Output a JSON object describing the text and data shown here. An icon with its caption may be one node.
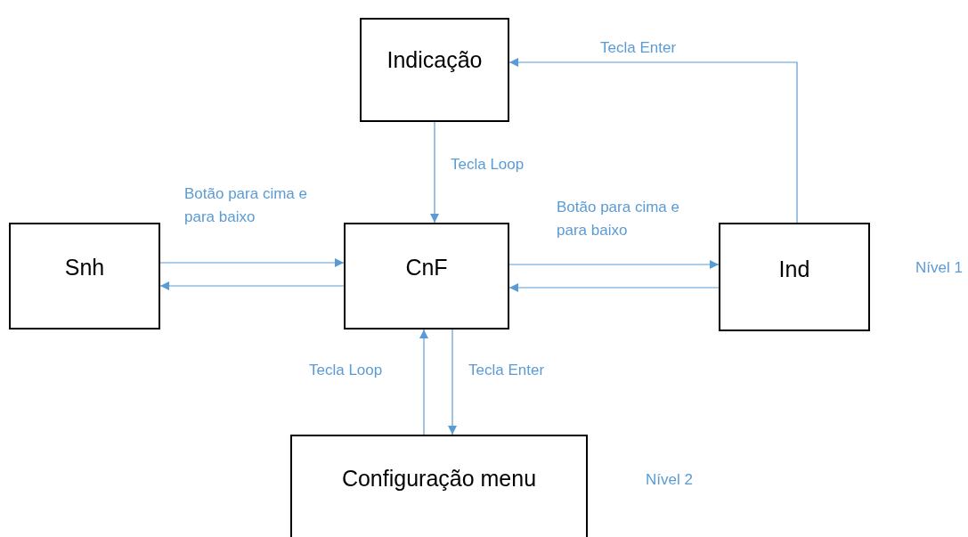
{
  "diagram": {
    "nodes": [
      {
        "text": [
          "Indicação"
        ]
      },
      {
        "text": [
          "Snh"
        ]
      },
      {
        "text": [
          "CnF"
        ]
      },
      {
        "text": [
          "Ind"
        ]
      },
      {
        "text": [
          "Configuração menu"
        ]
      }
    ],
    "edges": [
      {
        "from": 0,
        "to": 2,
        "arrow": "to",
        "label": "Tecla Loop"
      },
      {
        "from": 3,
        "to": 0,
        "arrow": "to",
        "label": "Tecla Enter"
      },
      {
        "from": 1,
        "to": 2,
        "arrow": "to",
        "label": "Botão para cima e para baixo"
      },
      {
        "from": 2,
        "to": 1,
        "arrow": "to"
      },
      {
        "from": 2,
        "to": 3,
        "arrow": "to",
        "label": "Botão para cima e para baixo"
      },
      {
        "from": 3,
        "to": 2,
        "arrow": "to"
      },
      {
        "from": 4,
        "to": 2,
        "arrow": "to",
        "label": "Tecla Loop"
      },
      {
        "from": 2,
        "to": 4,
        "arrow": "to",
        "label": "Tecla Enter"
      }
    ],
    "labels": [
      "Nível 1",
      "Nível 2"
    ]
  }
}
